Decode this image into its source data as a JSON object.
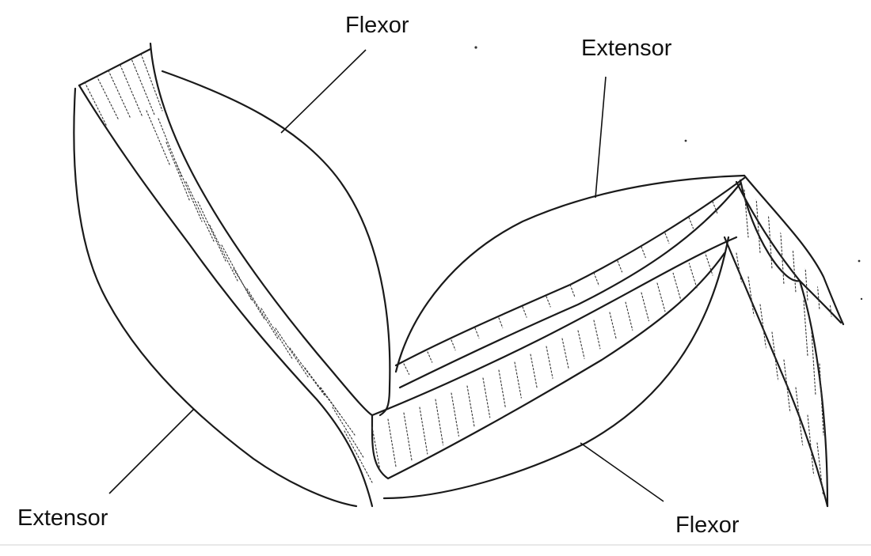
{
  "labels": {
    "flexor_upper": "Flexor",
    "extensor_upper": "Extensor",
    "extensor_lower": "Extensor",
    "flexor_lower": "Flexor"
  }
}
